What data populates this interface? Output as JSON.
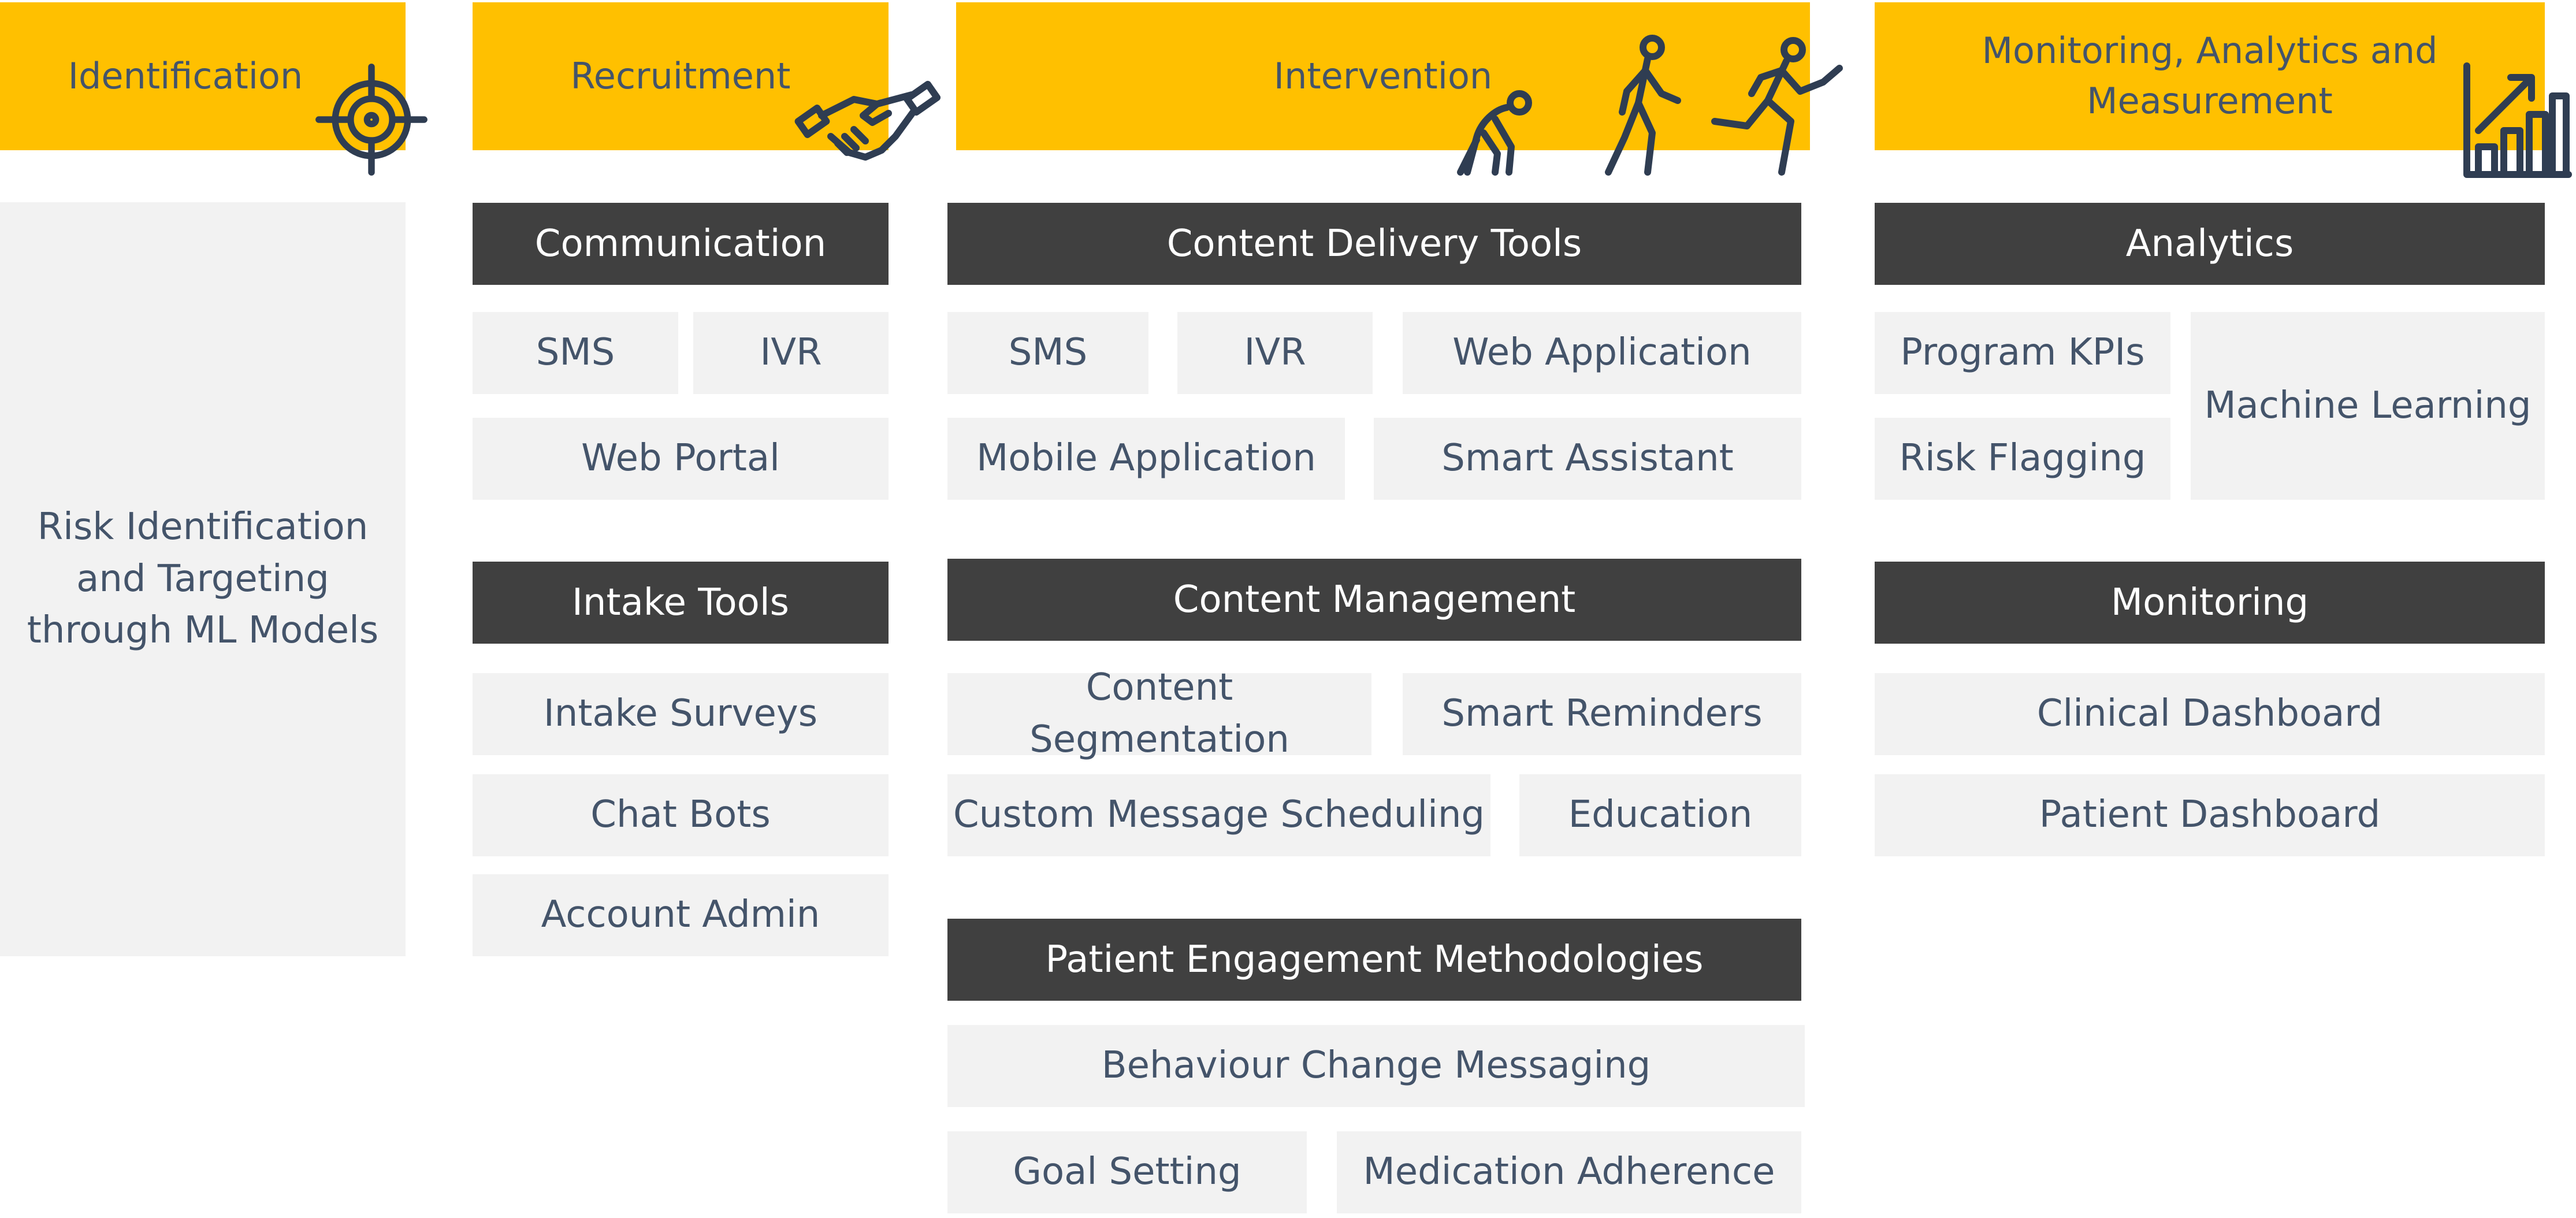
{
  "columns": {
    "identification": {
      "header": "Identification",
      "body": "Risk Identification and Targeting through ML Models"
    },
    "recruitment": {
      "header": "Recruitment",
      "communication": {
        "title": "Communication",
        "items": [
          "SMS",
          "IVR",
          "Web Portal"
        ]
      },
      "intake_tools": {
        "title": "Intake Tools",
        "items": [
          "Intake Surveys",
          "Chat Bots",
          "Account Admin"
        ]
      }
    },
    "intervention": {
      "header": "Intervention",
      "content_delivery": {
        "title": "Content Delivery Tools",
        "items": [
          "SMS",
          "IVR",
          "Web Application",
          "Mobile Application",
          "Smart Assistant"
        ]
      },
      "content_management": {
        "title": "Content Management",
        "items": [
          "Content Segmentation",
          "Smart Reminders",
          "Custom Message Scheduling",
          "Education"
        ]
      },
      "engagement": {
        "title": "Patient Engagement Methodologies",
        "items": [
          "Behaviour Change Messaging",
          "Goal Setting",
          "Medication Adherence"
        ]
      }
    },
    "monitoring": {
      "header": "Monitoring, Analytics and Measurement",
      "analytics": {
        "title": "Analytics",
        "items": [
          "Program KPIs",
          "Risk Flagging",
          "Machine Learning"
        ]
      },
      "monitoring_section": {
        "title": "Monitoring",
        "items": [
          "Clinical Dashboard",
          "Patient Dashboard"
        ]
      }
    }
  },
  "icons": {
    "identification": "target-icon",
    "recruitment": "handshake-icon",
    "intervention": "crawl-walk-run-icon",
    "monitoring": "bar-chart-growth-icon"
  },
  "colors": {
    "header_bg": "#FFC000",
    "dark_bg": "#404040",
    "light_bg": "#F2F2F2",
    "text_dark": "#44546A"
  }
}
